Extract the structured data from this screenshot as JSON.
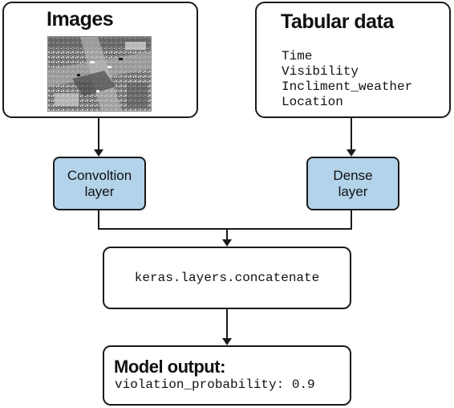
{
  "images_box": {
    "title": "Images"
  },
  "tabular_box": {
    "title": "Tabular data",
    "features": [
      "Time",
      "Visibility",
      "Incliment_weather",
      "Location"
    ]
  },
  "conv_layer": {
    "line1": "Convoltion",
    "line2": "layer"
  },
  "dense_layer": {
    "line1": "Dense",
    "line2": "layer"
  },
  "concat": {
    "label": "keras.layers.concatenate"
  },
  "output": {
    "title": "Model output:",
    "value": "violation_probability: 0.9"
  },
  "colors": {
    "layer_fill": "#b3d3ea",
    "stroke": "#1a1a1a"
  }
}
